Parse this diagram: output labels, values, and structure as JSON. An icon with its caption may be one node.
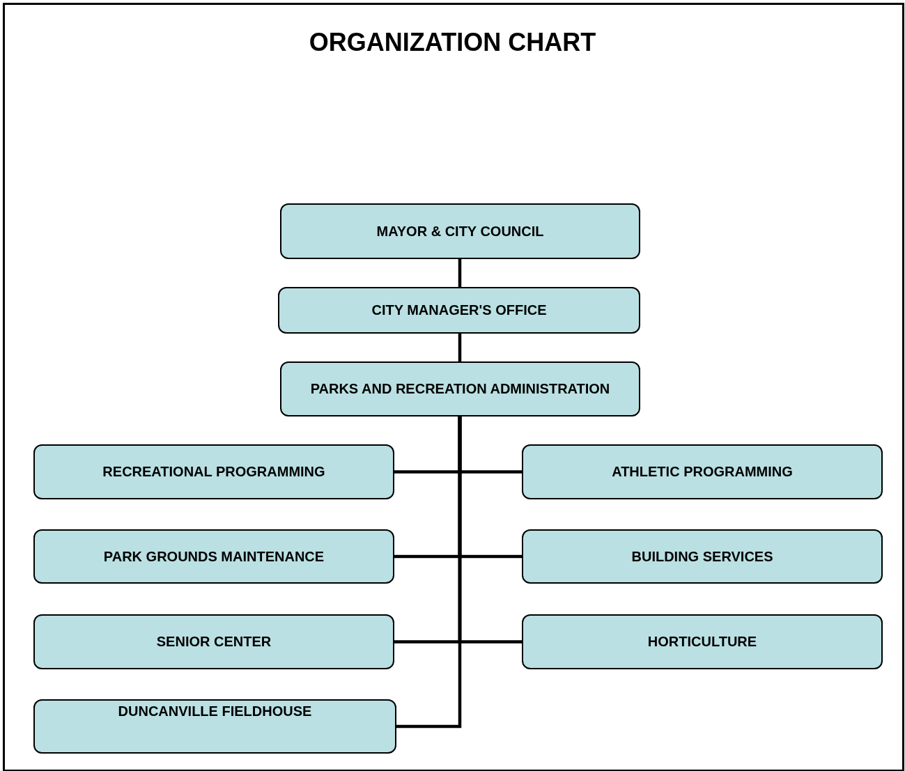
{
  "diagram": {
    "title": "ORGANIZATION CHART",
    "nodes": [
      {
        "text": [
          "MAYOR & CITY COUNCIL"
        ]
      },
      {
        "text": [
          "CITY  MANAGER'S OFFICE"
        ]
      },
      {
        "text": [
          "PARKS AND RECREATION ADMINISTRATION"
        ]
      },
      {
        "text": [
          "RECREATIONAL PROGRAMMING"
        ]
      },
      {
        "text": [
          "ATHLETIC PROGRAMMING"
        ]
      },
      {
        "text": [
          "PARK GROUNDS MAINTENANCE"
        ]
      },
      {
        "text": [
          "BUILDING SERVICES"
        ]
      },
      {
        "text": [
          "SENIOR CENTER"
        ]
      },
      {
        "text": [
          "HORTICULTURE"
        ]
      },
      {
        "text": [
          "DUNCANVILLE FIELDHOUSE"
        ]
      }
    ],
    "edges": [
      {
        "from": 0,
        "to": 1,
        "arrow": "none"
      },
      {
        "from": 1,
        "to": 2,
        "arrow": "none"
      },
      {
        "from": 2,
        "to": 3,
        "arrow": "none"
      },
      {
        "from": 2,
        "to": 4,
        "arrow": "none"
      },
      {
        "from": 2,
        "to": 5,
        "arrow": "none"
      },
      {
        "from": 2,
        "to": 6,
        "arrow": "none"
      },
      {
        "from": 2,
        "to": 7,
        "arrow": "none"
      },
      {
        "from": 2,
        "to": 8,
        "arrow": "none"
      },
      {
        "from": 2,
        "to": 9,
        "arrow": "none"
      }
    ]
  }
}
